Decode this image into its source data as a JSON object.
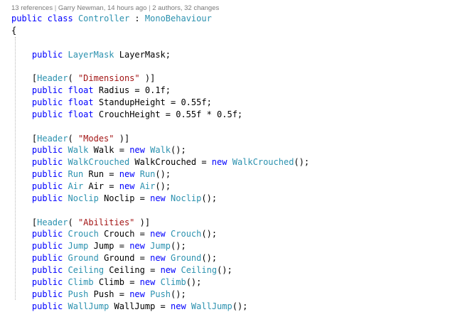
{
  "codelens": {
    "references": "13 references",
    "author": "Garry Newman, 14 hours ago",
    "changes": "2 authors, 32 changes",
    "separator": "|"
  },
  "code": {
    "lines": [
      [
        [
          "kw",
          "public"
        ],
        [
          "p",
          " "
        ],
        [
          "kw",
          "class"
        ],
        [
          "p",
          " "
        ],
        [
          "ty",
          "Controller"
        ],
        [
          "p",
          " : "
        ],
        [
          "ty",
          "MonoBehaviour"
        ]
      ],
      [
        [
          "p",
          "{"
        ]
      ],
      [],
      [
        [
          "p",
          "    "
        ],
        [
          "kw",
          "public"
        ],
        [
          "p",
          " "
        ],
        [
          "ty",
          "LayerMask"
        ],
        [
          "p",
          " LayerMask;"
        ]
      ],
      [],
      [
        [
          "p",
          "    ["
        ],
        [
          "ty",
          "Header"
        ],
        [
          "p",
          "( "
        ],
        [
          "st",
          "\"Dimensions\""
        ],
        [
          "p",
          " )]"
        ]
      ],
      [
        [
          "p",
          "    "
        ],
        [
          "kw",
          "public"
        ],
        [
          "p",
          " "
        ],
        [
          "kw",
          "float"
        ],
        [
          "p",
          " Radius = 0.1f;"
        ]
      ],
      [
        [
          "p",
          "    "
        ],
        [
          "kw",
          "public"
        ],
        [
          "p",
          " "
        ],
        [
          "kw",
          "float"
        ],
        [
          "p",
          " StandupHeight = 0.55f;"
        ]
      ],
      [
        [
          "p",
          "    "
        ],
        [
          "kw",
          "public"
        ],
        [
          "p",
          " "
        ],
        [
          "kw",
          "float"
        ],
        [
          "p",
          " CrouchHeight = 0.55f * 0.5f;"
        ]
      ],
      [],
      [
        [
          "p",
          "    ["
        ],
        [
          "ty",
          "Header"
        ],
        [
          "p",
          "( "
        ],
        [
          "st",
          "\"Modes\""
        ],
        [
          "p",
          " )]"
        ]
      ],
      [
        [
          "p",
          "    "
        ],
        [
          "kw",
          "public"
        ],
        [
          "p",
          " "
        ],
        [
          "ty",
          "Walk"
        ],
        [
          "p",
          " Walk = "
        ],
        [
          "kw",
          "new"
        ],
        [
          "p",
          " "
        ],
        [
          "ty",
          "Walk"
        ],
        [
          "p",
          "();"
        ]
      ],
      [
        [
          "p",
          "    "
        ],
        [
          "kw",
          "public"
        ],
        [
          "p",
          " "
        ],
        [
          "ty",
          "WalkCrouched"
        ],
        [
          "p",
          " WalkCrouched = "
        ],
        [
          "kw",
          "new"
        ],
        [
          "p",
          " "
        ],
        [
          "ty",
          "WalkCrouched"
        ],
        [
          "p",
          "();"
        ]
      ],
      [
        [
          "p",
          "    "
        ],
        [
          "kw",
          "public"
        ],
        [
          "p",
          " "
        ],
        [
          "ty",
          "Run"
        ],
        [
          "p",
          " Run = "
        ],
        [
          "kw",
          "new"
        ],
        [
          "p",
          " "
        ],
        [
          "ty",
          "Run"
        ],
        [
          "p",
          "();"
        ]
      ],
      [
        [
          "p",
          "    "
        ],
        [
          "kw",
          "public"
        ],
        [
          "p",
          " "
        ],
        [
          "ty",
          "Air"
        ],
        [
          "p",
          " Air = "
        ],
        [
          "kw",
          "new"
        ],
        [
          "p",
          " "
        ],
        [
          "ty",
          "Air"
        ],
        [
          "p",
          "();"
        ]
      ],
      [
        [
          "p",
          "    "
        ],
        [
          "kw",
          "public"
        ],
        [
          "p",
          " "
        ],
        [
          "ty",
          "Noclip"
        ],
        [
          "p",
          " Noclip = "
        ],
        [
          "kw",
          "new"
        ],
        [
          "p",
          " "
        ],
        [
          "ty",
          "Noclip"
        ],
        [
          "p",
          "();"
        ]
      ],
      [],
      [
        [
          "p",
          "    ["
        ],
        [
          "ty",
          "Header"
        ],
        [
          "p",
          "( "
        ],
        [
          "st",
          "\"Abilities\""
        ],
        [
          "p",
          " )]"
        ]
      ],
      [
        [
          "p",
          "    "
        ],
        [
          "kw",
          "public"
        ],
        [
          "p",
          " "
        ],
        [
          "ty",
          "Crouch"
        ],
        [
          "p",
          " Crouch = "
        ],
        [
          "kw",
          "new"
        ],
        [
          "p",
          " "
        ],
        [
          "ty",
          "Crouch"
        ],
        [
          "p",
          "();"
        ]
      ],
      [
        [
          "p",
          "    "
        ],
        [
          "kw",
          "public"
        ],
        [
          "p",
          " "
        ],
        [
          "ty",
          "Jump"
        ],
        [
          "p",
          " Jump = "
        ],
        [
          "kw",
          "new"
        ],
        [
          "p",
          " "
        ],
        [
          "ty",
          "Jump"
        ],
        [
          "p",
          "();"
        ]
      ],
      [
        [
          "p",
          "    "
        ],
        [
          "kw",
          "public"
        ],
        [
          "p",
          " "
        ],
        [
          "ty",
          "Ground"
        ],
        [
          "p",
          " Ground = "
        ],
        [
          "kw",
          "new"
        ],
        [
          "p",
          " "
        ],
        [
          "ty",
          "Ground"
        ],
        [
          "p",
          "();"
        ]
      ],
      [
        [
          "p",
          "    "
        ],
        [
          "kw",
          "public"
        ],
        [
          "p",
          " "
        ],
        [
          "ty",
          "Ceiling"
        ],
        [
          "p",
          " Ceiling = "
        ],
        [
          "kw",
          "new"
        ],
        [
          "p",
          " "
        ],
        [
          "ty",
          "Ceiling"
        ],
        [
          "p",
          "();"
        ]
      ],
      [
        [
          "p",
          "    "
        ],
        [
          "kw",
          "public"
        ],
        [
          "p",
          " "
        ],
        [
          "ty",
          "Climb"
        ],
        [
          "p",
          " Climb = "
        ],
        [
          "kw",
          "new"
        ],
        [
          "p",
          " "
        ],
        [
          "ty",
          "Climb"
        ],
        [
          "p",
          "();"
        ]
      ],
      [
        [
          "p",
          "    "
        ],
        [
          "kw",
          "public"
        ],
        [
          "p",
          " "
        ],
        [
          "ty",
          "Push"
        ],
        [
          "p",
          " Push = "
        ],
        [
          "kw",
          "new"
        ],
        [
          "p",
          " "
        ],
        [
          "ty",
          "Push"
        ],
        [
          "p",
          "();"
        ]
      ],
      [
        [
          "p",
          "    "
        ],
        [
          "kw",
          "public"
        ],
        [
          "p",
          " "
        ],
        [
          "ty",
          "WallJump"
        ],
        [
          "p",
          " WallJump = "
        ],
        [
          "kw",
          "new"
        ],
        [
          "p",
          " "
        ],
        [
          "ty",
          "WallJump"
        ],
        [
          "p",
          "();"
        ]
      ]
    ]
  },
  "colors": {
    "keyword": "#0000ff",
    "type": "#2b91af",
    "string": "#a31515",
    "plain": "#000000",
    "codelens": "#7a7a7a"
  }
}
